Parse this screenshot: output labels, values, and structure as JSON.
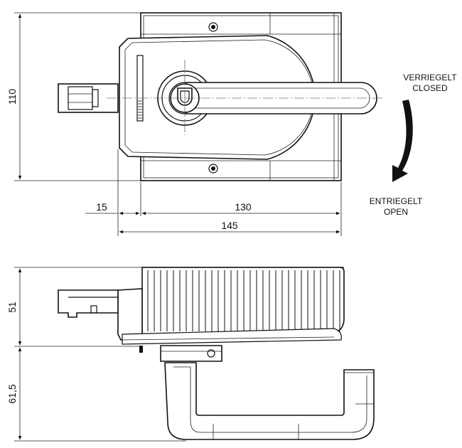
{
  "dimensions": {
    "top_height": "110",
    "offset_left": "15",
    "body_width": "130",
    "total_width": "145",
    "side_body_height": "51",
    "handle_height": "61,5"
  },
  "labels": {
    "locked_de": "VERRIEGELT",
    "locked_en": "CLOSED",
    "unlocked_de": "ENTRIEGELT",
    "unlocked_en": "OPEN"
  }
}
